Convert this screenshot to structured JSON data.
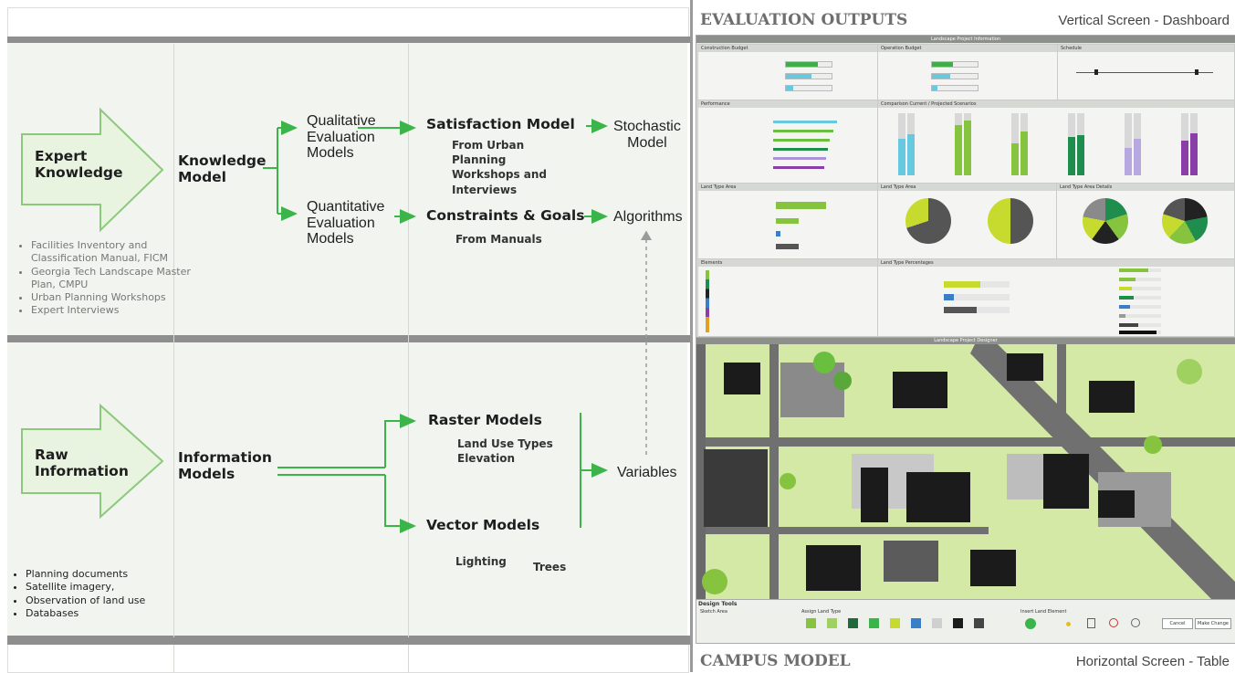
{
  "left": {
    "top_band": {
      "arrow_label": "Expert\nKnowledge",
      "knowledge_model": "Knowledge\nModel",
      "qualitative": "Qualitative\nEvaluation\nModels",
      "quantitative": "Quantitative\nEvaluation\nModels",
      "satisfaction_model": "Satisfaction Model",
      "satisfaction_sub": "From Urban\nPlanning\nWorkshops and\nInterviews",
      "constraints": "Constraints & Goals",
      "constraints_sub": "From Manuals",
      "stochastic": "Stochastic\nModel",
      "algorithms": "Algorithms",
      "sources": [
        "Facilities Inventory and Classification Manual, FICM",
        "Georgia Tech Landscape Master Plan, CMPU",
        "Urban Planning Workshops",
        "Expert Interviews"
      ]
    },
    "bottom_band": {
      "arrow_label": "Raw\nInformation",
      "information_models": "Information\nModels",
      "raster_models": "Raster Models",
      "raster_sub": "Land Use Types\nElevation",
      "vector_models": "Vector Models",
      "vector_sub_1": "Lighting",
      "vector_sub_2": "Trees",
      "variables": "Variables",
      "sources": [
        "Planning documents",
        "Satellite imagery,",
        "Observation of land use",
        "Databases"
      ]
    }
  },
  "right": {
    "evaluation_title": "EVALUATION OUTPUTS",
    "evaluation_subtitle": "Vertical Screen - Dashboard",
    "campus_title": "CAMPUS MODEL",
    "campus_subtitle": "Horizontal Screen - Table",
    "dashboard": {
      "top_bar": "Landscape Project Information",
      "panels": {
        "construction_budget": "Construction Budget",
        "operation_budget": "Operation Budget",
        "schedule": "Schedule",
        "performance": "Performance",
        "comparison": "Comparison Current / Projected Scenarios",
        "land_type_area": "Land Type Area",
        "land_type_area_2": "Land Type Area",
        "land_type_area_details": "Land Type Area Details",
        "elements": "Elements",
        "land_type_percentages": "Land Type Percentages"
      },
      "map_bar": "Landscape Project Designer",
      "design_tools": "Design Tools",
      "tools": {
        "sketch_area": "Sketch Area",
        "assign_land_type": "Assign Land Type",
        "insert_land_element": "Insert Land Element",
        "cancel": "Cancel",
        "make_change": "Make Change"
      }
    }
  },
  "colors": {
    "accent_green": "#3bb54a",
    "arrow_fill": "#e9f4e2",
    "arrow_stroke": "#7fc06e",
    "band_bg": "#f1f3ef",
    "divider": "#8c8c8c",
    "map_bg": "#cfe6a0",
    "road": "#6f6f6f",
    "building": "#1b1b1b"
  }
}
